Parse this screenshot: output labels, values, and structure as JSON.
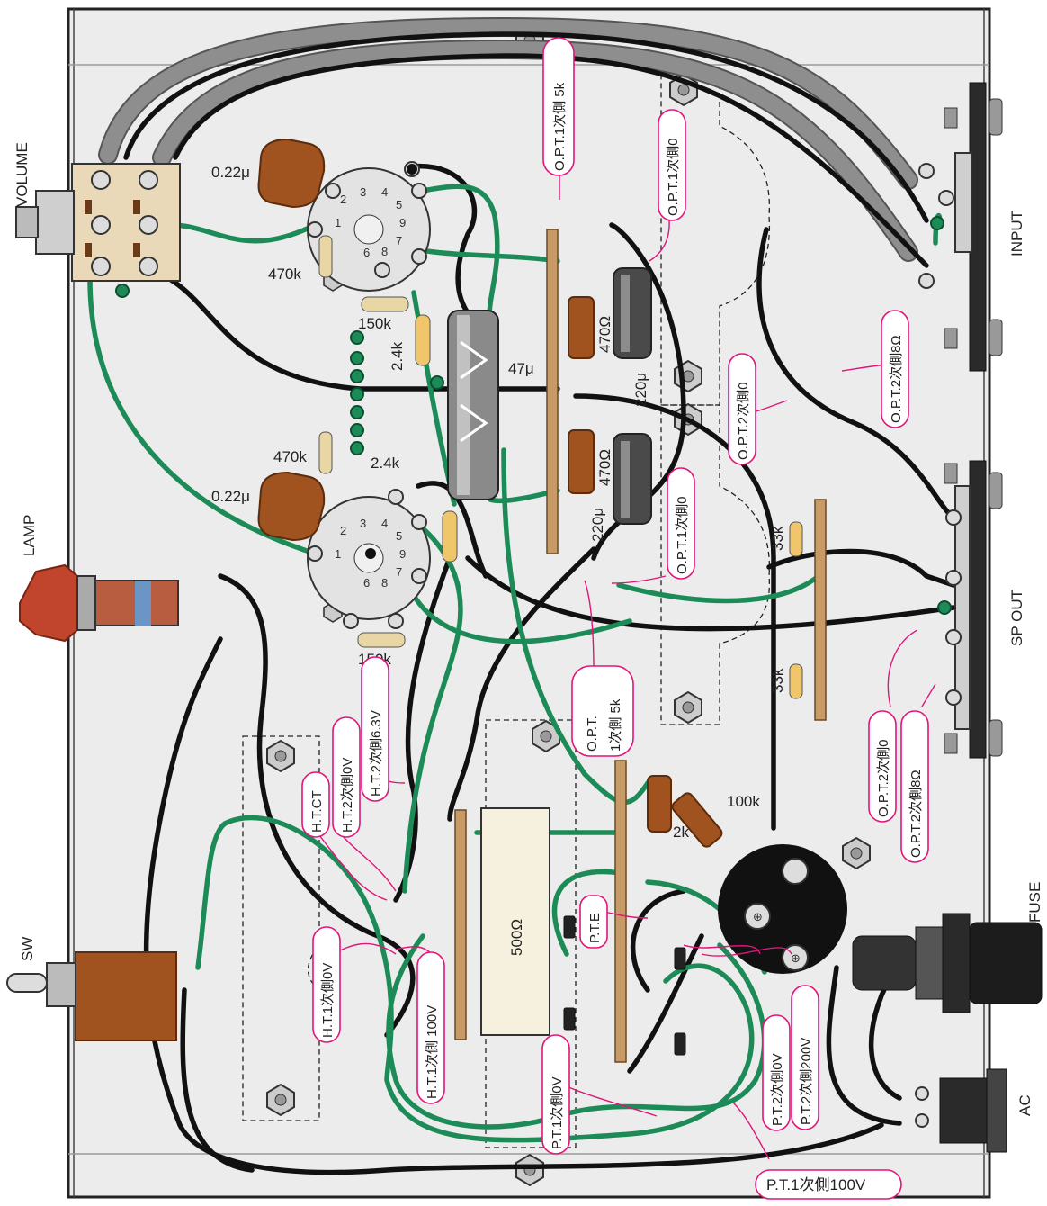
{
  "components": {
    "volume": "VOLUME",
    "input": "INPUT",
    "sp_out": "SP OUT",
    "lamp": "LAMP",
    "sw": "SW",
    "fuse": "FUSE",
    "ac": "AC"
  },
  "values": {
    "cap_top": "0.22μ",
    "cap_bottom": "0.22μ",
    "res_470k_top": "470k",
    "res_470k_bottom": "470k",
    "res_150k_top": "150k",
    "res_150k_bottom": "150k",
    "res_2_4k_top": "2.4k",
    "res_2_4k_bottom": "2.4k",
    "cap_47": "47μ",
    "res_470_top": "470Ω",
    "res_470_bottom": "470Ω",
    "cap_220_top": "220μ",
    "cap_220_bottom": "220μ",
    "res_33k_top": "33k",
    "res_33k_bottom": "33k",
    "res_100k": "100k",
    "res_2k": "2k",
    "res_500": "500Ω"
  },
  "pins": [
    "1",
    "2",
    "3",
    "4",
    "5",
    "6",
    "7",
    "8",
    "9"
  ],
  "tags": {
    "opt1_5k_top": "O.P.T.1次側 5k",
    "opt1_0_top": "O.P.T.1次側0",
    "opt2_8_top": "O.P.T.2次側8Ω",
    "opt2_0_top": "O.P.T.2次側0",
    "opt1_0_mid": "O.P.T.1次側0",
    "opt1_5k_mid_a": "O.P.T.",
    "opt1_5k_mid_b": "1次側 5k",
    "opt2_0_bottom": "O.P.T.2次側0",
    "opt2_8_bottom": "O.P.T.2次側8Ω",
    "ht_ct": "H.T.CT",
    "ht2_0": "H.T.2次側0V",
    "ht2_63": "H.T.2次側6.3V",
    "ht1_0": "H.T.1次側0V",
    "ht1_100": "H.T.1次側 100V",
    "pte": "P.T.E",
    "pt1_0": "P.T.1次側0V",
    "pt2_0": "P.T.2次側0V",
    "pt2_200": "P.T.2次側200V",
    "pt1_100": "P.T.1次側100V"
  },
  "colors": {
    "wire_green": "#1d8b57",
    "wire_black": "#111111",
    "shield_gray": "#8e8e8e",
    "capacitor_brown": "#a0521f",
    "chassis": "#ececec",
    "tag_border": "#e0157a",
    "lamp_red": "#c0452c"
  }
}
